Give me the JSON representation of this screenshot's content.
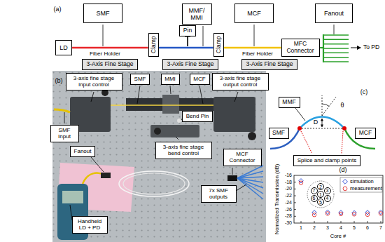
{
  "diagram": {
    "nodes": [
      {
        "text": [
          "SMF"
        ]
      },
      {
        "text": [
          "MMF/ MMI"
        ]
      },
      {
        "text": [
          "MCF"
        ]
      },
      {
        "text": [
          "Fanout"
        ]
      },
      {
        "text": [
          "Pin"
        ]
      },
      {
        "text": [
          "Clamp"
        ]
      },
      {
        "text": [
          "Clamp"
        ]
      },
      {
        "text": [
          "LD"
        ]
      },
      {
        "text": [
          "MFC Connector"
        ]
      },
      {
        "text": [
          "3-Axis Fine Stage"
        ]
      },
      {
        "text": [
          "3-Axis Fine Stage"
        ]
      },
      {
        "text": [
          "3-Axis Fine Stage"
        ]
      },
      {
        "text": [
          "3-axis fine stage input control"
        ]
      },
      {
        "text": [
          "SMF"
        ]
      },
      {
        "text": [
          "MMI"
        ]
      },
      {
        "text": [
          "MCF"
        ]
      },
      {
        "text": [
          "3-axis fine stage output control"
        ]
      },
      {
        "text": [
          "SMF Input"
        ]
      },
      {
        "text": [
          "Bend Pin"
        ]
      },
      {
        "text": [
          "Fanout"
        ]
      },
      {
        "text": [
          "3-axis fine stage bend control"
        ]
      },
      {
        "text": [
          "MCF Connector"
        ]
      },
      {
        "text": [
          "7x SMF outputs"
        ]
      },
      {
        "text": [
          "Handheld LD + PD"
        ]
      },
      {
        "text": [
          "MMF"
        ]
      },
      {
        "text": [
          "SMF"
        ]
      },
      {
        "text": [
          "MCF"
        ]
      },
      {
        "text": [
          "Splice and clamp points"
        ]
      },
      {
        "text": [
          "1"
        ]
      },
      {
        "text": [
          "2"
        ]
      },
      {
        "text": [
          "3"
        ]
      },
      {
        "text": [
          "4"
        ]
      },
      {
        "text": [
          "5"
        ]
      },
      {
        "text": [
          "6"
        ]
      },
      {
        "text": [
          "7"
        ]
      }
    ],
    "edges": [
      {
        "from": 7,
        "to": 5,
        "arrow": "none"
      },
      {
        "from": 5,
        "to": 6,
        "arrow": "none"
      },
      {
        "from": 6,
        "to": 8,
        "arrow": "none"
      }
    ],
    "labels": [
      "(a)",
      "Fiber Holder",
      "Fiber Holder",
      "To PD",
      "(b)",
      "(c)",
      "D",
      "θ",
      "(d)",
      "Normalized Transmission (dB)",
      "-16",
      "-18",
      "-20",
      "-22",
      "-24",
      "-26",
      "-28",
      "-30",
      "1",
      "2",
      "3",
      "4",
      "5",
      "6",
      "7",
      "Core #"
    ],
    "legend": [
      {
        "text": "simulation"
      },
      {
        "text": "measurement"
      }
    ]
  }
}
